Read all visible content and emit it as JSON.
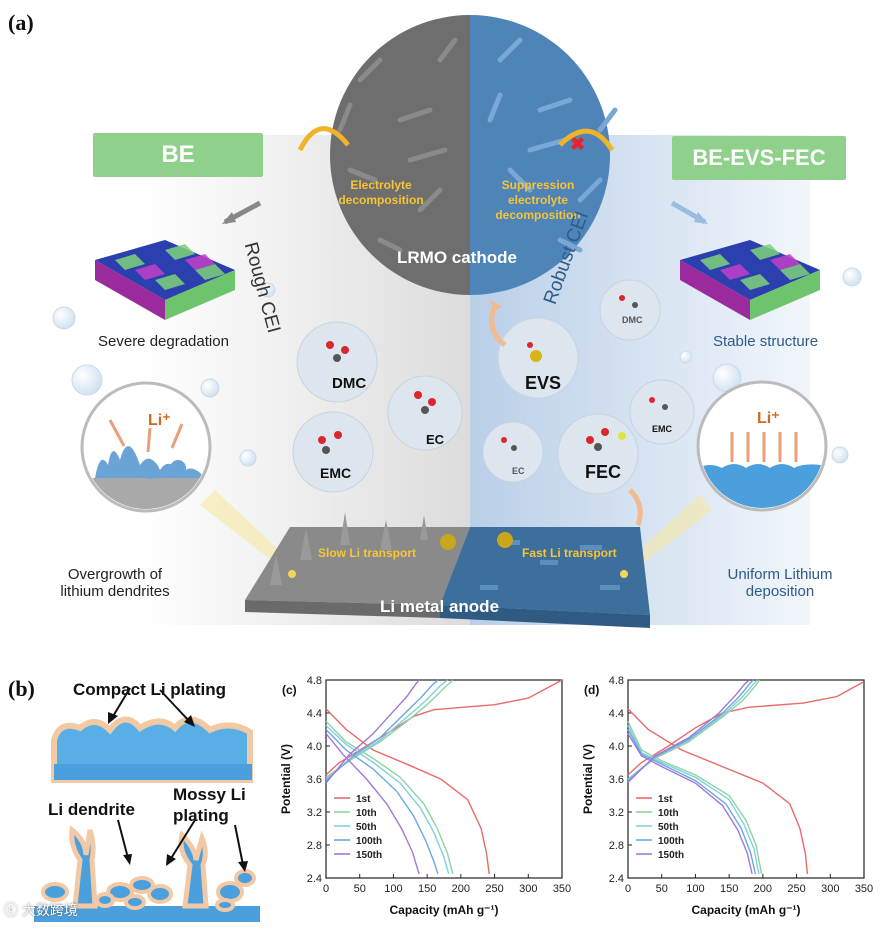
{
  "panel_a": {
    "label": "(a)",
    "be_label": "BE",
    "be_evs_label": "BE-EVS-FEC",
    "cathode_label": "LRMO cathode",
    "anode_label": "Li metal anode",
    "rough_cei": "Rough CEI",
    "robust_cei": "Robust CEI",
    "electrolyte_decomposition": "Electrolyte decomposition",
    "suppression": "Suppression electrolyte decomposition",
    "severe_degradation": "Severe degradation",
    "stable_structure": "Stable structure",
    "overgrowth": "Overgrowth of lithium dendrites",
    "uniform": "Uniform Lithium deposition",
    "slow_li": "Slow Li transport",
    "fast_li": "Fast Li transport",
    "li_plus_left": "Li⁺",
    "li_plus_right": "Li⁺",
    "molecules": {
      "dmc_left": "DMC",
      "emc_left": "EMC",
      "ec_left": "EC",
      "evs": "EVS",
      "fec": "FEC",
      "dmc_right": "DMC",
      "emc_right": "EMC",
      "ec_right": "EC"
    }
  },
  "panel_b": {
    "label": "(b)",
    "compact": "Compact Li plating",
    "dendrite": "Li dendrite",
    "mossy": "Mossy Li plating"
  },
  "watermark": "大数跨境",
  "colors": {
    "green_box": "#8fd18a",
    "li_blue": "#4a9fdc",
    "anode_right": "#3c6f9c",
    "anode_left": "#7a7a7a"
  },
  "chart_data": [
    {
      "label": "(c)",
      "type": "line",
      "xlabel": "Capacity (mAh g⁻¹)",
      "ylabel": "Potential (V)",
      "xlim": [
        0,
        350
      ],
      "ylim": [
        2.4,
        4.8
      ],
      "xticks": [
        0,
        50,
        100,
        150,
        200,
        250,
        300,
        350
      ],
      "yticks": [
        2.4,
        2.8,
        3.2,
        3.6,
        4.0,
        4.4,
        4.8
      ],
      "series": [
        {
          "name": "1st",
          "color": "#e86a6a",
          "charge": [
            [
              0,
              3.65
            ],
            [
              20,
              3.8
            ],
            [
              60,
              4.0
            ],
            [
              100,
              4.2
            ],
            [
              130,
              4.36
            ],
            [
              160,
              4.44
            ],
            [
              250,
              4.5
            ],
            [
              300,
              4.58
            ],
            [
              350,
              4.8
            ]
          ],
          "discharge": [
            [
              0,
              4.45
            ],
            [
              30,
              4.2
            ],
            [
              70,
              3.95
            ],
            [
              120,
              3.78
            ],
            [
              170,
              3.6
            ],
            [
              210,
              3.35
            ],
            [
              230,
              3.0
            ],
            [
              238,
              2.7
            ],
            [
              242,
              2.45
            ]
          ]
        },
        {
          "name": "10th",
          "color": "#8fd3a2",
          "charge": [
            [
              0,
              3.62
            ],
            [
              40,
              3.85
            ],
            [
              80,
              4.05
            ],
            [
              120,
              4.3
            ],
            [
              150,
              4.5
            ],
            [
              175,
              4.7
            ],
            [
              188,
              4.8
            ]
          ],
          "discharge": [
            [
              0,
              4.3
            ],
            [
              30,
              4.05
            ],
            [
              70,
              3.85
            ],
            [
              110,
              3.62
            ],
            [
              145,
              3.3
            ],
            [
              165,
              3.0
            ],
            [
              180,
              2.7
            ],
            [
              188,
              2.45
            ]
          ]
        },
        {
          "name": "50th",
          "color": "#7fd0e0",
          "charge": [
            [
              0,
              3.6
            ],
            [
              40,
              3.86
            ],
            [
              80,
              4.07
            ],
            [
              120,
              4.35
            ],
            [
              148,
              4.55
            ],
            [
              168,
              4.72
            ],
            [
              180,
              4.8
            ]
          ],
          "discharge": [
            [
              0,
              4.25
            ],
            [
              30,
              4.02
            ],
            [
              70,
              3.8
            ],
            [
              110,
              3.55
            ],
            [
              140,
              3.25
            ],
            [
              160,
              2.95
            ],
            [
              175,
              2.65
            ],
            [
              182,
              2.45
            ]
          ]
        },
        {
          "name": "100th",
          "color": "#6aa9df",
          "charge": [
            [
              0,
              3.58
            ],
            [
              40,
              3.88
            ],
            [
              80,
              4.1
            ],
            [
              115,
              4.38
            ],
            [
              140,
              4.58
            ],
            [
              158,
              4.74
            ],
            [
              166,
              4.8
            ]
          ],
          "discharge": [
            [
              0,
              4.2
            ],
            [
              30,
              3.95
            ],
            [
              70,
              3.72
            ],
            [
              105,
              3.45
            ],
            [
              130,
              3.15
            ],
            [
              148,
              2.85
            ],
            [
              160,
              2.6
            ],
            [
              166,
              2.45
            ]
          ]
        },
        {
          "name": "150th",
          "color": "#a178d8",
          "charge": [
            [
              0,
              3.55
            ],
            [
              35,
              3.9
            ],
            [
              70,
              4.15
            ],
            [
              100,
              4.42
            ],
            [
              120,
              4.6
            ],
            [
              133,
              4.75
            ],
            [
              138,
              4.8
            ]
          ],
          "discharge": [
            [
              0,
              4.15
            ],
            [
              25,
              3.9
            ],
            [
              60,
              3.6
            ],
            [
              90,
              3.3
            ],
            [
              112,
              3.0
            ],
            [
              128,
              2.72
            ],
            [
              138,
              2.45
            ]
          ]
        }
      ]
    },
    {
      "label": "(d)",
      "type": "line",
      "xlabel": "Capacity (mAh g⁻¹)",
      "ylabel": "Potential (V)",
      "xlim": [
        0,
        350
      ],
      "ylim": [
        2.4,
        4.8
      ],
      "xticks": [
        0,
        50,
        100,
        150,
        200,
        250,
        300,
        350
      ],
      "yticks": [
        2.4,
        2.8,
        3.2,
        3.6,
        4.0,
        4.4,
        4.8
      ],
      "series": [
        {
          "name": "1st",
          "color": "#e86a6a",
          "charge": [
            [
              0,
              3.65
            ],
            [
              20,
              3.8
            ],
            [
              60,
              4.0
            ],
            [
              100,
              4.22
            ],
            [
              140,
              4.4
            ],
            [
              180,
              4.47
            ],
            [
              260,
              4.52
            ],
            [
              310,
              4.6
            ],
            [
              350,
              4.78
            ]
          ],
          "discharge": [
            [
              0,
              4.45
            ],
            [
              30,
              4.2
            ],
            [
              80,
              3.95
            ],
            [
              140,
              3.75
            ],
            [
              200,
              3.55
            ],
            [
              240,
              3.3
            ],
            [
              255,
              3.0
            ],
            [
              263,
              2.7
            ],
            [
              266,
              2.45
            ]
          ]
        },
        {
          "name": "10th",
          "color": "#8fd3a2",
          "charge": [
            [
              0,
              3.6
            ],
            [
              40,
              3.85
            ],
            [
              90,
              4.05
            ],
            [
              140,
              4.35
            ],
            [
              170,
              4.55
            ],
            [
              188,
              4.72
            ],
            [
              195,
              4.8
            ]
          ],
          "discharge": [
            [
              0,
              4.3
            ],
            [
              20,
              3.95
            ],
            [
              50,
              3.82
            ],
            [
              100,
              3.65
            ],
            [
              150,
              3.4
            ],
            [
              175,
              3.1
            ],
            [
              190,
              2.8
            ],
            [
              198,
              2.45
            ]
          ]
        },
        {
          "name": "50th",
          "color": "#7fd0e0",
          "charge": [
            [
              0,
              3.6
            ],
            [
              40,
              3.86
            ],
            [
              90,
              4.07
            ],
            [
              140,
              4.37
            ],
            [
              168,
              4.58
            ],
            [
              185,
              4.74
            ],
            [
              192,
              4.8
            ]
          ],
          "discharge": [
            [
              0,
              4.25
            ],
            [
              20,
              3.92
            ],
            [
              50,
              3.8
            ],
            [
              100,
              3.62
            ],
            [
              150,
              3.35
            ],
            [
              172,
              3.05
            ],
            [
              187,
              2.75
            ],
            [
              194,
              2.45
            ]
          ]
        },
        {
          "name": "100th",
          "color": "#6aa9df",
          "charge": [
            [
              0,
              3.58
            ],
            [
              40,
              3.87
            ],
            [
              90,
              4.08
            ],
            [
              138,
              4.38
            ],
            [
              165,
              4.6
            ],
            [
              180,
              4.75
            ],
            [
              186,
              4.8
            ]
          ],
          "discharge": [
            [
              0,
              4.2
            ],
            [
              20,
              3.9
            ],
            [
              50,
              3.78
            ],
            [
              100,
              3.58
            ],
            [
              145,
              3.3
            ],
            [
              168,
              3.0
            ],
            [
              182,
              2.7
            ],
            [
              189,
              2.45
            ]
          ]
        },
        {
          "name": "150th",
          "color": "#a178d8",
          "charge": [
            [
              0,
              3.56
            ],
            [
              40,
              3.88
            ],
            [
              90,
              4.1
            ],
            [
              135,
              4.4
            ],
            [
              160,
              4.62
            ],
            [
              174,
              4.76
            ],
            [
              180,
              4.8
            ]
          ],
          "discharge": [
            [
              0,
              4.15
            ],
            [
              20,
              3.88
            ],
            [
              50,
              3.75
            ],
            [
              100,
              3.55
            ],
            [
              140,
              3.28
            ],
            [
              163,
              2.98
            ],
            [
              177,
              2.7
            ],
            [
              184,
              2.45
            ]
          ]
        }
      ]
    }
  ]
}
